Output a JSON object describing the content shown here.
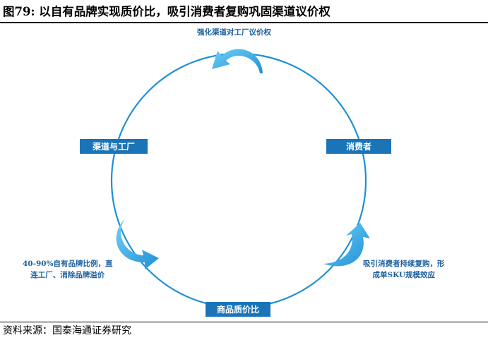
{
  "title": "图79:  以自有品牌实现质价比，吸引消费者复购巩固渠道议价权",
  "source": "资料来源：国泰海通证券研究",
  "nodes": {
    "channel": "渠道与工厂",
    "consumer": "消费者",
    "product": "商品质价比"
  },
  "annotations": {
    "top": "强化渠道对工厂议价权",
    "left_line1": "40-90%自有品牌比例，直",
    "left_line2": "连工厂、消除品牌溢价",
    "right_line1": "吸引消费者持续复购，形",
    "right_line2": "成单SKU规模效应"
  },
  "colors": {
    "circle": "#1f8fd6",
    "node_fill": "#1b74b8",
    "arrow": "#2aa7e6",
    "annotation_text": "#1b5f9e"
  },
  "icons": [
    "curved-arrow-icon"
  ]
}
